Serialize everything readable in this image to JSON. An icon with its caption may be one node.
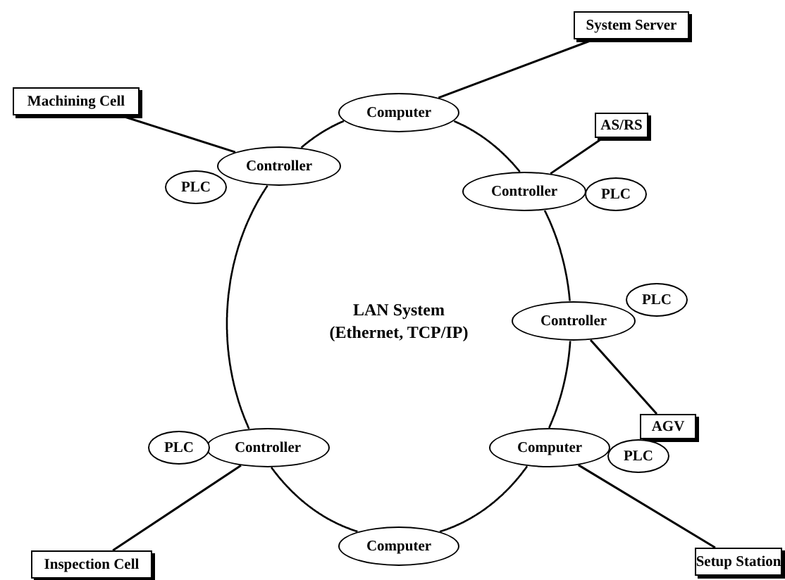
{
  "diagram": {
    "nodes": [
      {
        "text": [
          "Computer"
        ]
      },
      {
        "text": [
          "System Server"
        ]
      },
      {
        "text": [
          "Controller"
        ]
      },
      {
        "text": [
          "PLC"
        ]
      },
      {
        "text": [
          "AS/RS"
        ]
      },
      {
        "text": [
          "Controller"
        ]
      },
      {
        "text": [
          "PLC"
        ]
      },
      {
        "text": [
          "AGV"
        ]
      },
      {
        "text": [
          "Computer"
        ]
      },
      {
        "text": [
          "PLC"
        ]
      },
      {
        "text": [
          "Setup Station"
        ]
      },
      {
        "text": [
          "Computer"
        ]
      },
      {
        "text": [
          "Controller"
        ]
      },
      {
        "text": [
          "PLC"
        ]
      },
      {
        "text": [
          "Inspection Cell"
        ]
      },
      {
        "text": [
          "Controller"
        ]
      },
      {
        "text": [
          "PLC"
        ]
      },
      {
        "text": [
          "Machining Cell"
        ]
      }
    ],
    "edges": [
      {
        "from": 0,
        "to": 2,
        "arrow": "none"
      },
      {
        "from": 2,
        "to": 5,
        "arrow": "none"
      },
      {
        "from": 5,
        "to": 8,
        "arrow": "none"
      },
      {
        "from": 8,
        "to": 11,
        "arrow": "none"
      },
      {
        "from": 11,
        "to": 12,
        "arrow": "none"
      },
      {
        "from": 12,
        "to": 15,
        "arrow": "none"
      },
      {
        "from": 15,
        "to": 0,
        "arrow": "none"
      },
      {
        "from": 1,
        "to": 0,
        "arrow": "none"
      },
      {
        "from": 4,
        "to": 2,
        "arrow": "none"
      },
      {
        "from": 7,
        "to": 5,
        "arrow": "none"
      },
      {
        "from": 10,
        "to": 8,
        "arrow": "none"
      },
      {
        "from": 14,
        "to": 12,
        "arrow": "none"
      },
      {
        "from": 17,
        "to": 15,
        "arrow": "none"
      }
    ],
    "labels": [
      "LAN System",
      "(Ethernet, TCP/IP)"
    ]
  }
}
